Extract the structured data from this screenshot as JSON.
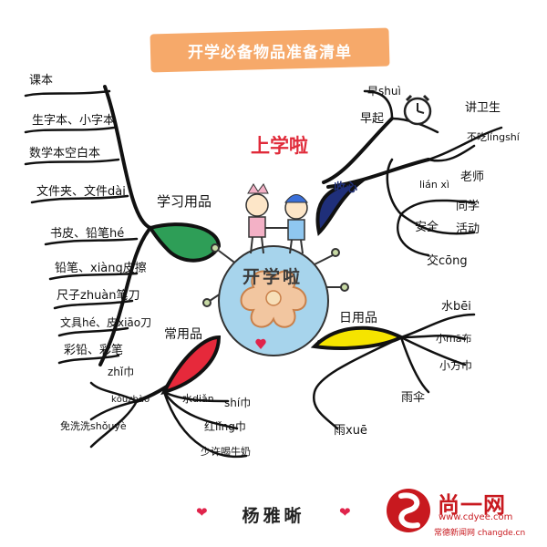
{
  "title": "开学必备物品准备清单",
  "center": {
    "label": "开学啦"
  },
  "top_label": "上学啦",
  "branches": {
    "study": {
      "label": "学习用品",
      "items": [
        "课本",
        "生字本、小字本",
        "数学本空白本",
        "文件夹、文件dài",
        "书皮、铅笔hé",
        "铅笔、xiàng皮擦",
        "尺子zhuàn笔刀",
        "文具hé、皮xiāo刀",
        "彩铅、彩笔"
      ]
    },
    "heart": {
      "label": "收心",
      "items": {
        "early": "早起",
        "early_sub": "早shuì",
        "hygiene": "讲卫生",
        "no_snack": "不吃língshí",
        "lianxi": "lián xì",
        "teacher": "老师",
        "classmate": "同学",
        "safety": "安全",
        "activity": "活动",
        "traffic": "交cōng"
      }
    },
    "daily": {
      "label": "日用品",
      "items": {
        "cup": "水bēi",
        "towel_small": "小mā布",
        "towel": "小方巾",
        "umbrella": "雨伞",
        "boots": "雨xuē"
      }
    },
    "common": {
      "label": "常用品",
      "items": {
        "tissue": "zhǐ巾",
        "mask": "kǒuzhào",
        "sanitizer": "免洗洗shǒuyè",
        "water": "水diǎn",
        "wipes": "shí巾",
        "scarf": "红lǐng巾",
        "milk": "少许喝牛奶"
      }
    }
  },
  "signature": "杨雅晰",
  "watermark": {
    "name": "尚一网",
    "url": "www.cdyee.com",
    "sub": "常德新闻网 changde.cn"
  },
  "colors": {
    "banner": "#f6a96a",
    "study_leaf": "#2e9e57",
    "heart_leaf": "#1f2f7a",
    "daily_leaf": "#f5e400",
    "common_leaf": "#e6293b",
    "planet": "#a7d4ec",
    "flower": "#f2c6a0",
    "brand": "#c8191f"
  }
}
